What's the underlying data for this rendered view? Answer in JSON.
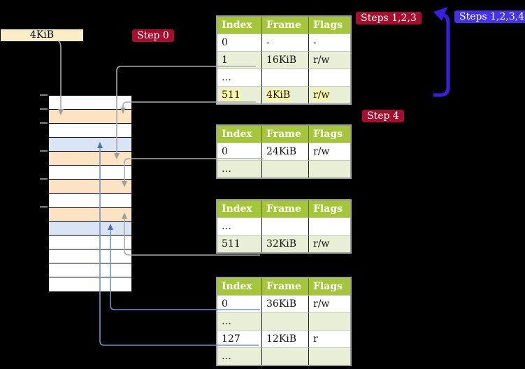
{
  "labels": {
    "frame_size": "4KiB",
    "step0": "Step 0",
    "steps123": "Steps 1,2,3",
    "steps1234": "Steps 1,2,3,4",
    "step4": "Step 4"
  },
  "colors": {
    "background": "#000000",
    "table_header_bg": "#a5c63c",
    "table_alt_row_bg": "#e9efd6",
    "highlight_yellow": "#fcf9a2",
    "page_table_frame_row": "#fbe3c4",
    "mapped_page_row": "#d9e5f4",
    "frame_label_bg": "#faeec8",
    "badge_red": "#a50e2d",
    "badge_blue": "#4633e8",
    "grey_connector": "#ababab",
    "thin_blue_connector": "#7092c8",
    "thick_blue_arrow": "#3a1fe3"
  },
  "tables": [
    {
      "headers": [
        "Index",
        "Frame",
        "Flags"
      ],
      "rows": [
        {
          "index": "0",
          "frame": "-",
          "flags": "-"
        },
        {
          "index": "1",
          "frame": "16KiB",
          "flags": "r/w"
        },
        {
          "index": "…",
          "frame": "",
          "flags": ""
        },
        {
          "index": "511",
          "frame": "4KiB",
          "flags": "r/w"
        }
      ]
    },
    {
      "headers": [
        "Index",
        "Frame",
        "Flags"
      ],
      "rows": [
        {
          "index": "0",
          "frame": "24KiB",
          "flags": "r/w"
        },
        {
          "index": "…",
          "frame": "",
          "flags": ""
        }
      ]
    },
    {
      "headers": [
        "Index",
        "Frame",
        "Flags"
      ],
      "rows": [
        {
          "index": "…",
          "frame": "",
          "flags": ""
        },
        {
          "index": "511",
          "frame": "32KiB",
          "flags": "r/w"
        }
      ]
    },
    {
      "headers": [
        "Index",
        "Frame",
        "Flags"
      ],
      "rows": [
        {
          "index": "0",
          "frame": "36KiB",
          "flags": "r/w"
        },
        {
          "index": "…",
          "frame": "",
          "flags": ""
        },
        {
          "index": "127",
          "frame": "12KiB",
          "flags": "r"
        },
        {
          "index": "…",
          "frame": "",
          "flags": ""
        }
      ]
    }
  ],
  "memory": {
    "row_types": [
      "empty",
      "page-table",
      "empty",
      "mapped-page",
      "page-table",
      "empty",
      "page-table",
      "empty",
      "page-table",
      "mapped-page",
      "empty",
      "empty",
      "empty",
      "empty"
    ]
  }
}
